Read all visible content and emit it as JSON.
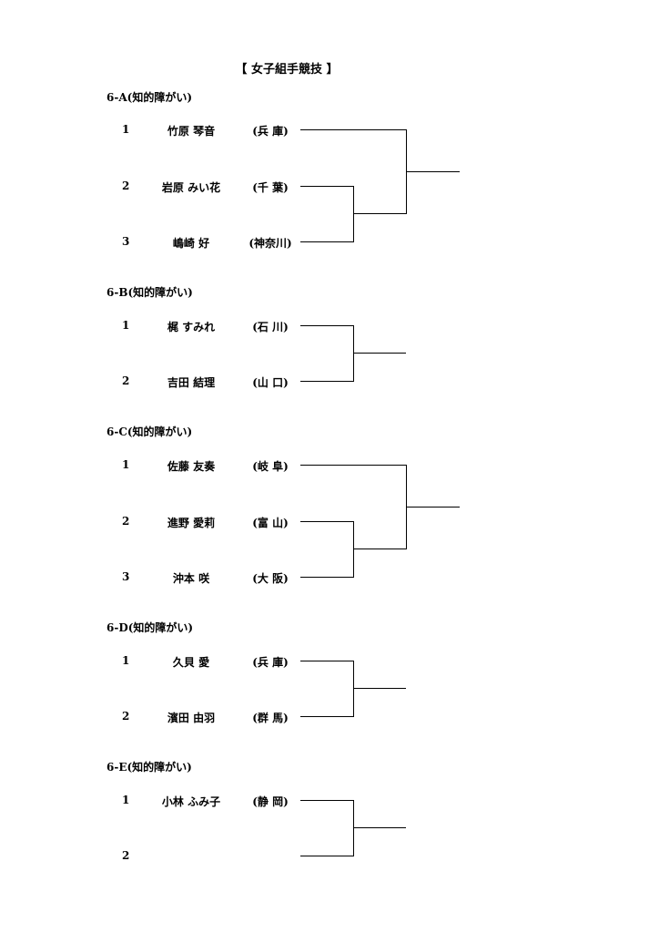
{
  "title": "【 女子組手競技 】",
  "groups": [
    {
      "label": "6-A(知的障がい)",
      "entries": [
        {
          "num": "1",
          "name": "竹原 琴音",
          "pref": "(兵 庫)"
        },
        {
          "num": "2",
          "name": "岩原 みい花",
          "pref": "(千 葉)"
        },
        {
          "num": "3",
          "name": "嶋崎 好",
          "pref": "(神奈川)"
        }
      ]
    },
    {
      "label": "6-B(知的障がい)",
      "entries": [
        {
          "num": "1",
          "name": "梶 すみれ",
          "pref": "(石 川)"
        },
        {
          "num": "2",
          "name": "吉田 結理",
          "pref": "(山 口)"
        }
      ]
    },
    {
      "label": "6-C(知的障がい)",
      "entries": [
        {
          "num": "1",
          "name": "佐藤 友奏",
          "pref": "(岐 阜)"
        },
        {
          "num": "2",
          "name": "進野 愛莉",
          "pref": "(富 山)"
        },
        {
          "num": "3",
          "name": "沖本 咲",
          "pref": "(大 阪)"
        }
      ]
    },
    {
      "label": "6-D(知的障がい)",
      "entries": [
        {
          "num": "1",
          "name": "久貝 愛",
          "pref": "(兵 庫)"
        },
        {
          "num": "2",
          "name": "濱田 由羽",
          "pref": "(群 馬)"
        }
      ]
    },
    {
      "label": "6-E(知的障がい)",
      "entries": [
        {
          "num": "1",
          "name": "小林 ふみ子",
          "pref": "(静 岡)"
        },
        {
          "num": "2",
          "name": "",
          "pref": ""
        }
      ]
    }
  ]
}
